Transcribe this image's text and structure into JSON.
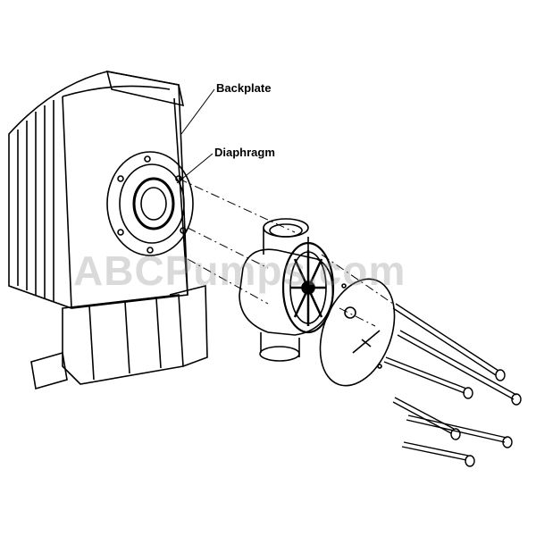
{
  "labels": {
    "backplate": "Backplate",
    "diaphragm": "Diaphragm"
  },
  "watermark": "ABCPumps.com"
}
